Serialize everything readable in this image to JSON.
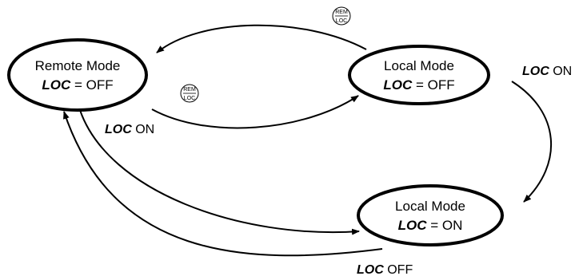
{
  "nodes": {
    "remote": {
      "title": "Remote Mode",
      "loc_word": "LOC",
      "state": " = OFF"
    },
    "local_off": {
      "title": "Local Mode",
      "loc_word": "LOC",
      "state": " = OFF"
    },
    "local_on": {
      "title": "Local Mode",
      "loc_word": "LOC",
      "state": " = ON"
    }
  },
  "key": {
    "top": "REM",
    "bottom": "LOC"
  },
  "edge_labels": {
    "remote_to_local_on": {
      "loc_word": "LOC",
      "action": " ON"
    },
    "local_off_to_local_on": {
      "loc_word": "LOC",
      "action": " ON"
    },
    "local_on_to_remote": {
      "loc_word": "LOC",
      "action": " OFF"
    }
  }
}
